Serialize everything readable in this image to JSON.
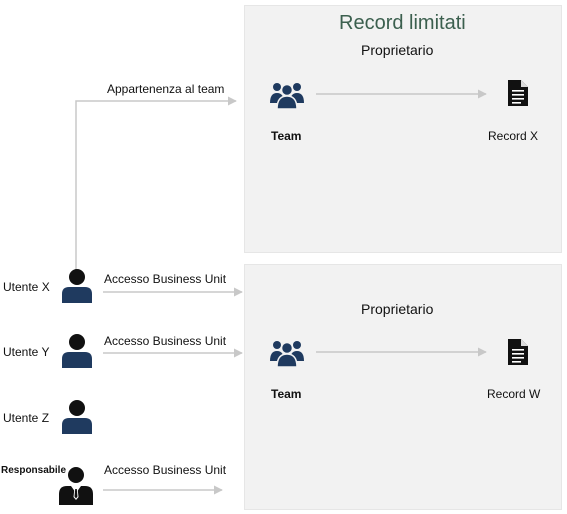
{
  "panels": {
    "restricted": {
      "title": "Record limitati",
      "owner_label": "Proprietario",
      "team_label": "Team",
      "record_label": "Record X"
    },
    "business_unit": {
      "owner_label": "Proprietario",
      "team_label": "Team",
      "record_label": "Record W"
    }
  },
  "edges": {
    "team_membership": "Appartenenza al team",
    "bu_access_x": "Accesso Business Unit",
    "bu_access_y": "Accesso Business Unit",
    "bu_access_manager": "Accesso Business Unit"
  },
  "users": [
    {
      "label": "Utente X",
      "icon": "person-icon"
    },
    {
      "label": "Utente Y",
      "icon": "person-icon"
    },
    {
      "label": "Utente Z",
      "icon": "person-icon"
    },
    {
      "label": "Responsabile",
      "icon": "manager-icon"
    }
  ],
  "colors": {
    "panel_bg": "#f2f2f2",
    "title": "#3b5f4e",
    "icon_navy": "#1f3a5f",
    "line": "#c8c8c8"
  }
}
